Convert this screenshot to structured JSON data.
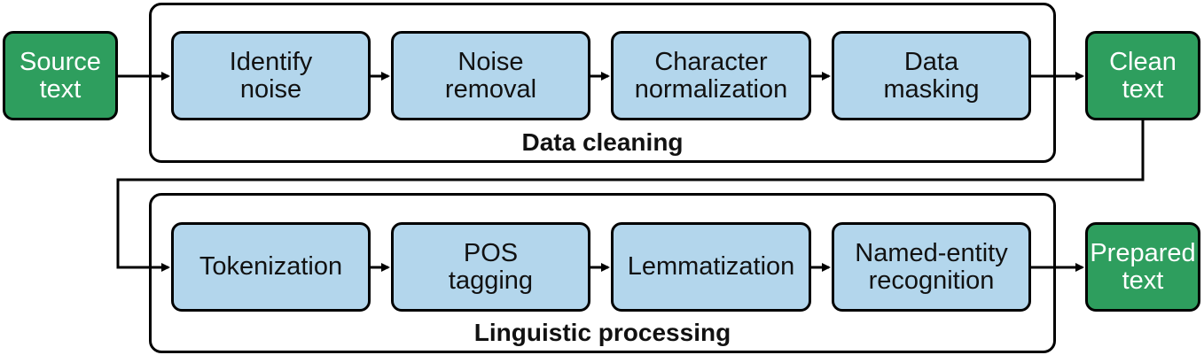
{
  "source": [
    "Source",
    "text"
  ],
  "clean": [
    "Clean",
    "text"
  ],
  "prepared": [
    "Prepared",
    "text"
  ],
  "groups": {
    "cleaning": "Data cleaning",
    "linguistic": "Linguistic processing"
  },
  "cleaning_steps": [
    [
      "Identify",
      "noise"
    ],
    [
      "Noise",
      "removal"
    ],
    [
      "Character",
      "normalization"
    ],
    [
      "Data",
      "masking"
    ]
  ],
  "linguistic_steps": [
    [
      "Tokenization"
    ],
    [
      "POS",
      "tagging"
    ],
    [
      "Lemmatization"
    ],
    [
      "Named-entity",
      "recognition"
    ]
  ],
  "colors": {
    "step_fill": "#b3d6ec",
    "terminal_fill": "#2e9e5e"
  }
}
